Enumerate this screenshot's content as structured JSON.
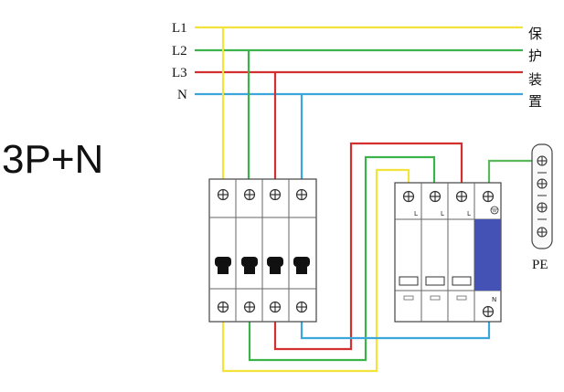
{
  "diagram": {
    "title": "3P+N",
    "bus_labels": [
      "L1",
      "L2",
      "L3",
      "N"
    ],
    "protection_label_chars": [
      "保",
      "护",
      "装",
      "置"
    ],
    "pe_label": "PE",
    "spd_terminal_marks": [
      "L",
      "L",
      "L"
    ],
    "spd_n_mark": "N",
    "wire_colors": {
      "L1": "#f4e33a",
      "L2": "#3cb34a",
      "L3": "#d32f2f",
      "N": "#3aa6dc",
      "PE": "#5cb85c"
    },
    "spd_n_module_color": "#4451b5"
  }
}
